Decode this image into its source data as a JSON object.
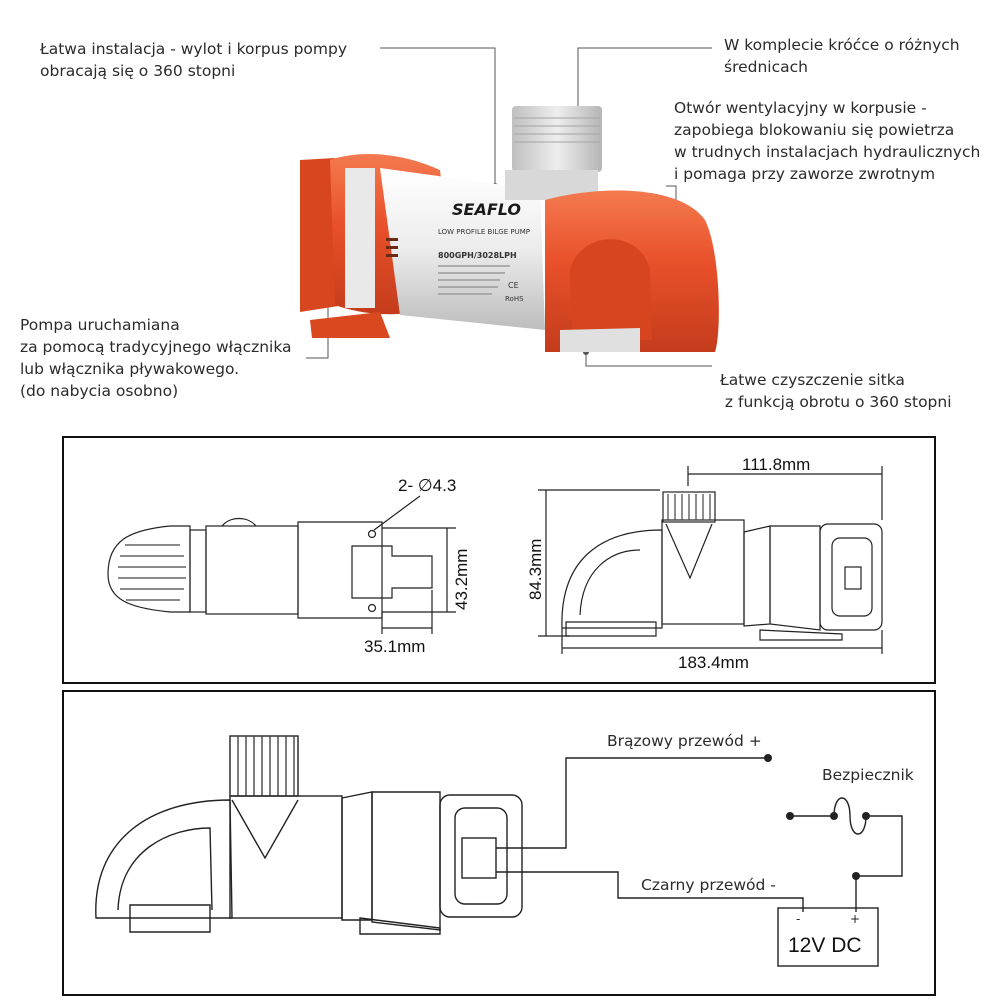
{
  "annotations": {
    "rotation": [
      "Łatwa instalacja - wylot i korpus pompy",
      "obracają się o 360 stopni"
    ],
    "adapters": [
      "W komplecie króćce o różnych",
      "średnicach"
    ],
    "vent": [
      "Otwór wentylacyjny w korpusie -",
      "zapobiega blokowaniu się powietrza",
      "w trudnych instalacjach hydraulicznych",
      "i pomaga przy zaworze zwrotnym"
    ],
    "switch": [
      "Pompa uruchamiana",
      "za pomocą tradycyjnego włącznika",
      "lub włącznika pływakowego.",
      "(do nabycia osobno)"
    ],
    "strainer": [
      "Łatwe czyszczenie sitka",
      " z funkcją obrotu o 360 stopni"
    ]
  },
  "product_label": {
    "brand": "SEAFLO",
    "subtitle": "LOW PROFILE BILGE PUMP",
    "model": "800GPH/3028LPH",
    "marks": [
      "CE",
      "RoHS"
    ]
  },
  "dimensions": {
    "holes": "2- ∅4.3",
    "height_small": "43.2mm",
    "width_small": "35.1mm",
    "top_width": "111.8mm",
    "height": "84.3mm",
    "length": "183.4mm"
  },
  "wiring": {
    "brown": "Brązowy przewód +",
    "black": "Czarny przewód -",
    "fuse": "Bezpiecznik",
    "battery": "12V DC",
    "minus": "-",
    "plus": "+"
  },
  "colors": {
    "pump_orange": "#e8502a",
    "body_white": "#f2f2f2",
    "line": "#111111"
  }
}
